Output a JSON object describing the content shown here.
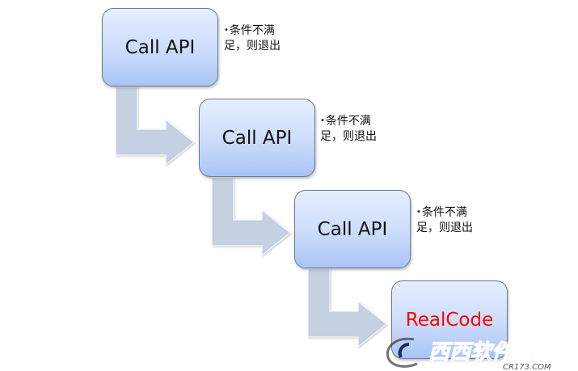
{
  "diagram": {
    "steps": [
      {
        "label": "Call API",
        "note": "条件不满足，则退出"
      },
      {
        "label": "Call API",
        "note": "条件不满足，则退出"
      },
      {
        "label": "Call API",
        "note": "条件不满足，则退出"
      },
      {
        "label": "RealCode"
      }
    ],
    "note_bullet": "•",
    "colors": {
      "arrow": "#c5d0e2",
      "realcode_text": "#ff0000",
      "box_top": "#e6eeff",
      "box_bottom": "#a9c4f5"
    }
  },
  "watermark": {
    "main": "西西软件园",
    "sub": "CR173.COM"
  }
}
